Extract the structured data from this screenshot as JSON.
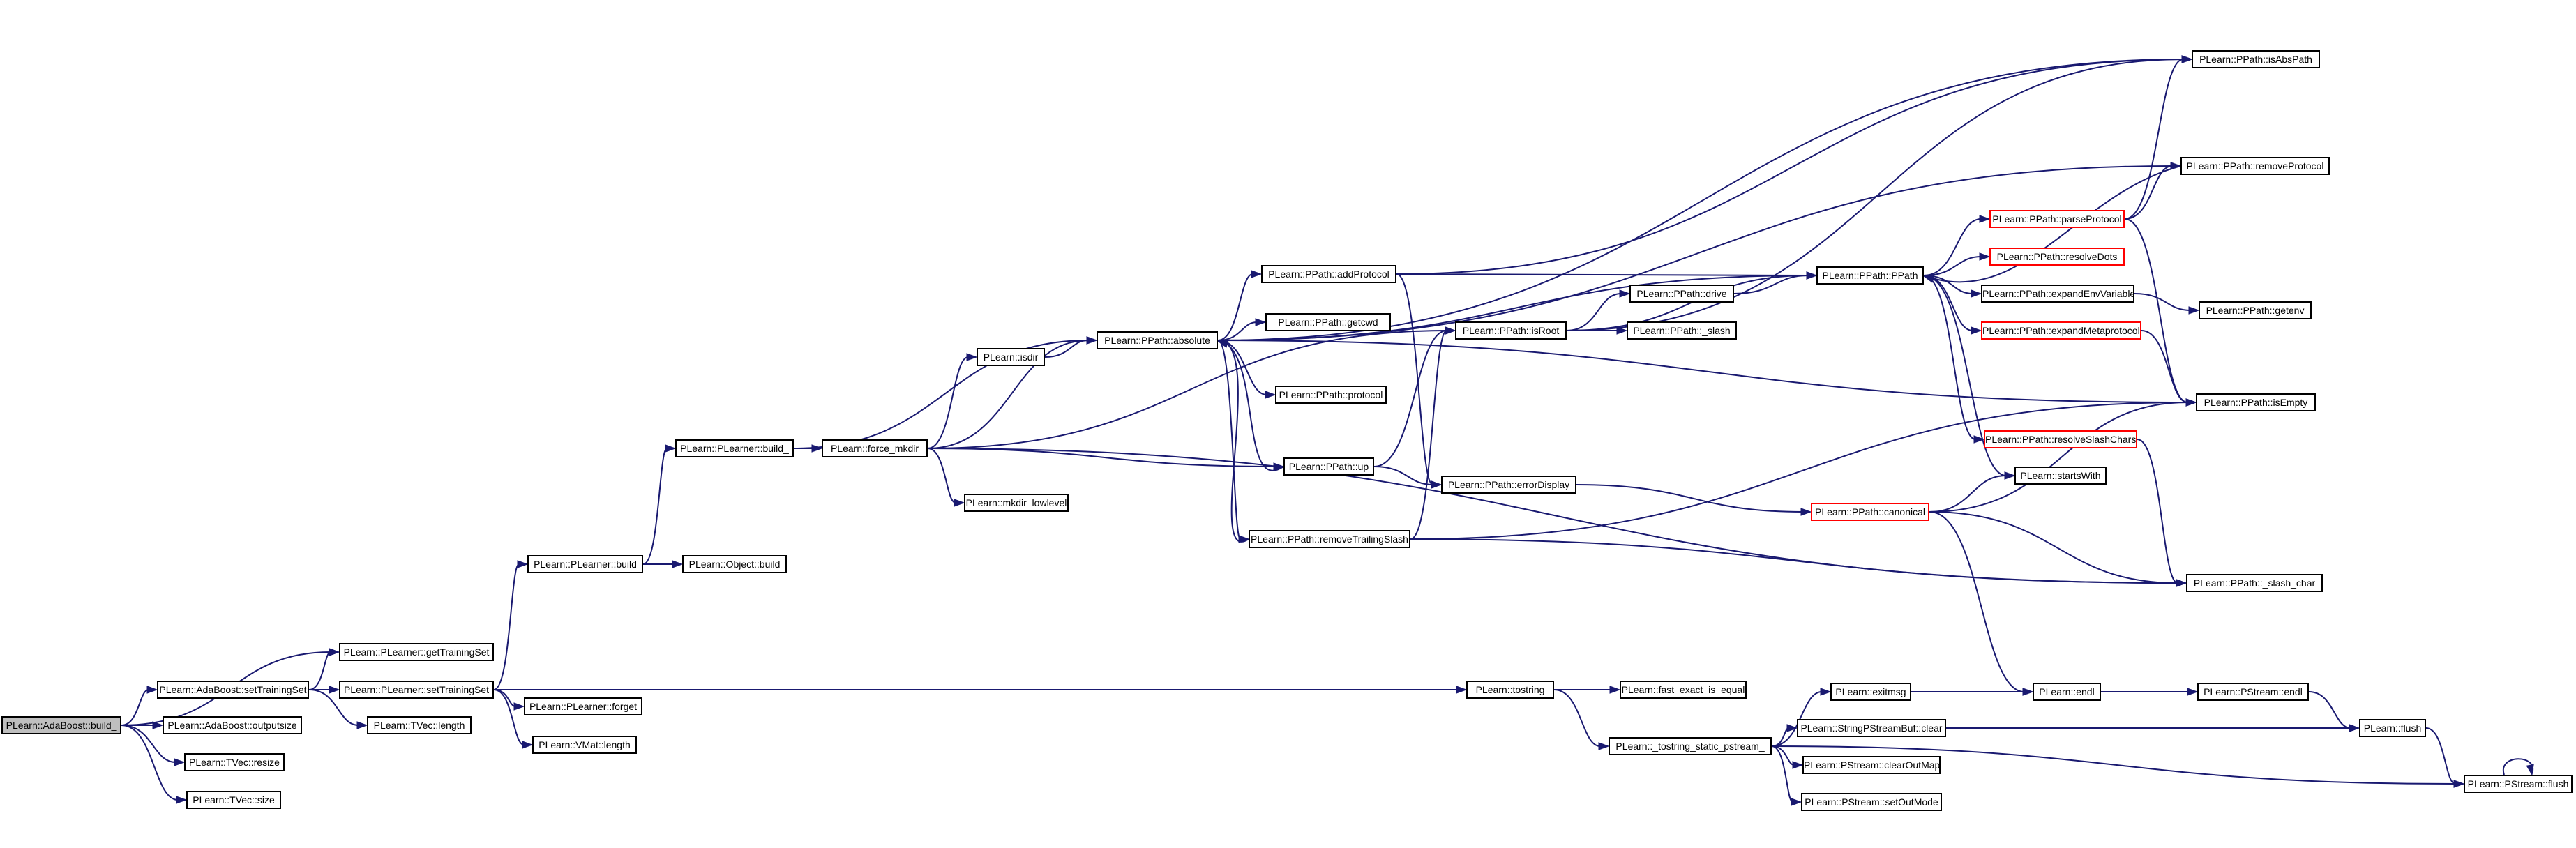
{
  "colors": {
    "edge": "#191970",
    "node_border": "#000000",
    "highlight_border": "#ff0000",
    "root_fill": "#bfbfbf",
    "background": "#ffffff"
  },
  "nodes": {
    "root": "PLearn::AdaBoost::build_",
    "adaSetTraining": "PLearn::AdaBoost::setTrainingSet",
    "adaOutputsize": "PLearn::AdaBoost::outputsize",
    "tvecResize": "PLearn::TVec::resize",
    "tvecSize": "PLearn::TVec::size",
    "getTrainingSet": "PLearn::PLearner::getTrainingSet",
    "plSetTraining": "PLearn::PLearner::setTrainingSet",
    "tvecLength": "PLearn::TVec::length",
    "plForget": "PLearn::PLearner::forget",
    "vmatLength": "PLearn::VMat::length",
    "plBuild": "PLearn::PLearner::build",
    "objBuild": "PLearn::Object::build",
    "plBuild_": "PLearn::PLearner::build_",
    "forceMkdir": "PLearn::force_mkdir",
    "isdir": "PLearn::isdir",
    "mkdirLowlevel": "PLearn::mkdir_lowlevel",
    "absolute": "PLearn::PPath::absolute",
    "addProtocol": "PLearn::PPath::addProtocol",
    "getcwd": "PLearn::PPath::getcwd",
    "protocol": "PLearn::PPath::protocol",
    "up": "PLearn::PPath::up",
    "removeTrailingSlash": "PLearn::PPath::removeTrailingSlash",
    "errorDisplay": "PLearn::PPath::errorDisplay",
    "isRoot": "PLearn::PPath::isRoot",
    "drive": "PLearn::PPath::drive",
    "slash": "PLearn::PPath::_slash",
    "ppath": "PLearn::PPath::PPath",
    "canonical": "PLearn::PPath::canonical",
    "parseProtocol": "PLearn::PPath::parseProtocol",
    "resolveDots": "PLearn::PPath::resolveDots",
    "expandEnv": "PLearn::PPath::expandEnvVariables",
    "expandMeta": "PLearn::PPath::expandMetaprotocols",
    "resolveSlash": "PLearn::PPath::resolveSlashChars",
    "startsWith": "PLearn::startsWith",
    "isAbsPath": "PLearn::PPath::isAbsPath",
    "removeProtocol": "PLearn::PPath::removeProtocol",
    "getenv": "PLearn::PPath::getenv",
    "isEmpty": "PLearn::PPath::isEmpty",
    "slashChar": "PLearn::PPath::_slash_char",
    "tostring": "PLearn::tostring",
    "fastExact": "PLearn::fast_exact_is_equal",
    "tostringStatic": "PLearn::_tostring_static_pstream_",
    "exitmsg": "PLearn::exitmsg",
    "spsbClear": "PLearn::StringPStreamBuf::clear",
    "clearOutMap": "PLearn::PStream::clearOutMap",
    "setOutMode": "PLearn::PStream::setOutMode",
    "endl": "PLearn::endl",
    "pstreamEndl": "PLearn::PStream::endl",
    "flush": "PLearn::flush",
    "pstreamFlush": "PLearn::PStream::flush"
  },
  "edges": [
    [
      "root",
      "adaSetTraining"
    ],
    [
      "root",
      "adaOutputsize"
    ],
    [
      "root",
      "tvecResize"
    ],
    [
      "root",
      "tvecSize"
    ],
    [
      "root",
      "getTrainingSet"
    ],
    [
      "adaSetTraining",
      "getTrainingSet"
    ],
    [
      "adaSetTraining",
      "plSetTraining"
    ],
    [
      "adaSetTraining",
      "tvecLength"
    ],
    [
      "plSetTraining",
      "plBuild"
    ],
    [
      "plSetTraining",
      "plForget"
    ],
    [
      "plSetTraining",
      "vmatLength"
    ],
    [
      "plSetTraining",
      "tostring"
    ],
    [
      "plBuild",
      "objBuild"
    ],
    [
      "plBuild",
      "plBuild_"
    ],
    [
      "plBuild_",
      "forceMkdir"
    ],
    [
      "plBuild_",
      "absolute"
    ],
    [
      "forceMkdir",
      "isdir"
    ],
    [
      "forceMkdir",
      "absolute"
    ],
    [
      "forceMkdir",
      "mkdirLowlevel"
    ],
    [
      "forceMkdir",
      "up"
    ],
    [
      "forceMkdir",
      "isRoot"
    ],
    [
      "forceMkdir",
      "slashChar"
    ],
    [
      "isdir",
      "absolute"
    ],
    [
      "absolute",
      "addProtocol"
    ],
    [
      "absolute",
      "getcwd"
    ],
    [
      "absolute",
      "protocol"
    ],
    [
      "absolute",
      "isAbsPath"
    ],
    [
      "absolute",
      "removeProtocol"
    ],
    [
      "absolute",
      "ppath"
    ],
    [
      "absolute",
      "isEmpty"
    ],
    [
      "absolute",
      "removeTrailingSlash"
    ],
    [
      "addProtocol",
      "ppath"
    ],
    [
      "addProtocol",
      "isAbsPath"
    ],
    [
      "addProtocol",
      "errorDisplay"
    ],
    [
      "up",
      "isRoot"
    ],
    [
      "up",
      "errorDisplay"
    ],
    [
      "up",
      "absolute"
    ],
    [
      "removeTrailingSlash",
      "isRoot"
    ],
    [
      "removeTrailingSlash",
      "isEmpty"
    ],
    [
      "removeTrailingSlash",
      "absolute"
    ],
    [
      "removeTrailingSlash",
      "slashChar"
    ],
    [
      "errorDisplay",
      "canonical"
    ],
    [
      "isRoot",
      "drive"
    ],
    [
      "isRoot",
      "slash"
    ],
    [
      "isRoot",
      "isAbsPath"
    ],
    [
      "isRoot",
      "ppath"
    ],
    [
      "drive",
      "ppath"
    ],
    [
      "ppath",
      "parseProtocol"
    ],
    [
      "ppath",
      "resolveDots"
    ],
    [
      "ppath",
      "expandEnv"
    ],
    [
      "ppath",
      "expandMeta"
    ],
    [
      "ppath",
      "resolveSlash"
    ],
    [
      "ppath",
      "startsWith"
    ],
    [
      "parseProtocol",
      "isAbsPath"
    ],
    [
      "parseProtocol",
      "removeProtocol"
    ],
    [
      "parseProtocol",
      "isEmpty"
    ],
    [
      "expandEnv",
      "getenv"
    ],
    [
      "expandMeta",
      "isEmpty"
    ],
    [
      "resolveSlash",
      "slashChar"
    ],
    [
      "removeProtocol",
      "ppath"
    ],
    [
      "canonical",
      "startsWith"
    ],
    [
      "canonical",
      "isEmpty"
    ],
    [
      "canonical",
      "slashChar"
    ],
    [
      "canonical",
      "endl"
    ],
    [
      "tostring",
      "fastExact"
    ],
    [
      "tostring",
      "tostringStatic"
    ],
    [
      "tostringStatic",
      "exitmsg"
    ],
    [
      "tostringStatic",
      "spsbClear"
    ],
    [
      "tostringStatic",
      "clearOutMap"
    ],
    [
      "tostringStatic",
      "setOutMode"
    ],
    [
      "tostringStatic",
      "pstreamFlush"
    ],
    [
      "exitmsg",
      "endl"
    ],
    [
      "spsbClear",
      "flush"
    ],
    [
      "endl",
      "pstreamEndl"
    ],
    [
      "pstreamEndl",
      "flush"
    ],
    [
      "flush",
      "pstreamFlush"
    ],
    [
      "pstreamFlush",
      "pstreamFlush"
    ]
  ]
}
